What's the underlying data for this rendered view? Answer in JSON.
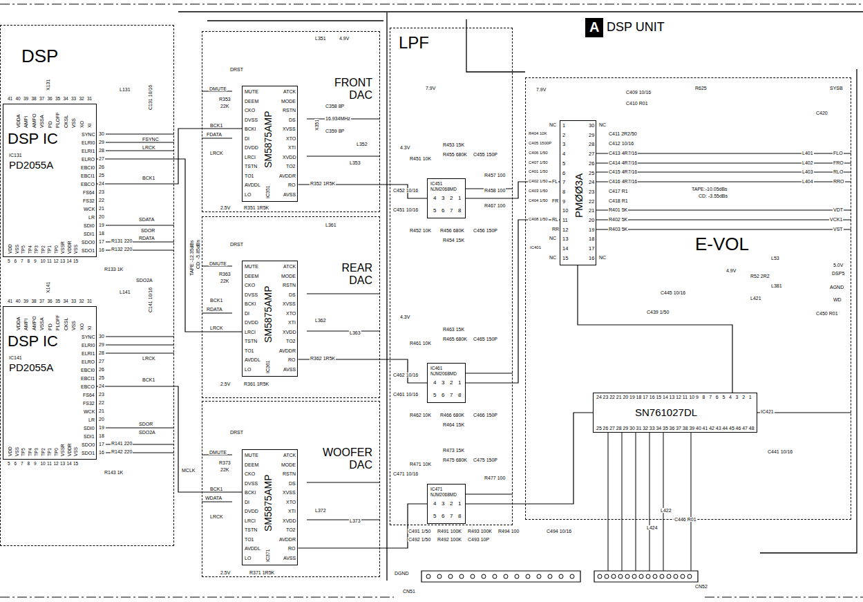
{
  "diagram": {
    "nodes": [
      {
        "text": [
          "A"
        ]
      },
      {
        "text": [
          "DSP"
        ]
      },
      {
        "text": [
          "DSP IC",
          "IC131",
          "PD2055A",
          "SYNC",
          "ELRI0",
          "ELRI1",
          "ELRO",
          "EBCI0",
          "EBCI1",
          "EBCO",
          "FS64",
          "FS32",
          "WCK",
          "LR",
          "SDI0",
          "SDI1",
          "SDO0",
          "SDO1",
          "VDDA",
          "AMPI",
          "AMPO",
          "VSSA",
          "PD",
          "PLOFF",
          "CKSL",
          "VSS",
          "XO",
          "XI",
          "VDD",
          "VSS",
          "TP5",
          "TP4",
          "TP3",
          "TP2",
          "TP1",
          "TP0",
          "VSSR",
          "VDDR",
          "VSS"
        ],
        "in": 1
      },
      {
        "text": [
          "DSP IC",
          "IC141",
          "PD2055A",
          "SYNC",
          "ELRI0",
          "ELRI1",
          "ELRO",
          "EBCI0",
          "EBCI1",
          "EBCO",
          "FS64",
          "FS32",
          "WCK",
          "LR",
          "SDI0",
          "SDI1",
          "SDO0",
          "SDO1",
          "VDDA",
          "AMPI",
          "AMPO",
          "VSSA",
          "PD",
          "PLOFF",
          "CKSL",
          "VSS",
          "XO",
          "XI",
          "VDD",
          "VSS",
          "TP5",
          "TP4",
          "TP3",
          "TP2",
          "TP1",
          "TP0",
          "VSSR",
          "VDDR",
          "VSS"
        ],
        "in": 1
      },
      {
        "text": [
          "FRONT DAC"
        ]
      },
      {
        "text": [
          "SM5875AMP",
          "IC351",
          "MUTE",
          "DEEM",
          "CKO",
          "DVSS",
          "BCKI",
          "DI",
          "DVDD",
          "LRCI",
          "TSTN",
          "TO1",
          "AVDDL",
          "LO",
          "ATCK",
          "MODE",
          "RSTN",
          "DS",
          "XVSS",
          "XTO",
          "XTI",
          "XVDD",
          "TO2",
          "AVDDR",
          "RO",
          "AVSS"
        ],
        "in": 4
      },
      {
        "text": [
          "REAR DAC"
        ]
      },
      {
        "text": [
          "SM5875AMP",
          "IC361",
          "MUTE",
          "DEEM",
          "CKO",
          "DVSS",
          "BCKI",
          "DI",
          "DVDD",
          "LRCI",
          "TSTN",
          "TO1",
          "AVDDL",
          "LO",
          "ATCK",
          "MODE",
          "RSTN",
          "DS",
          "XVSS",
          "XTO",
          "XTI",
          "XVDD",
          "TO2",
          "AVDDR",
          "RO",
          "AVSS"
        ],
        "in": 6
      },
      {
        "text": [
          "WOOFER DAC"
        ]
      },
      {
        "text": [
          "SM5875AMP",
          "IC371",
          "MUTE",
          "DEEM",
          "CKO",
          "DVSS",
          "BCKI",
          "DI",
          "DVDD",
          "LRCI",
          "TSTN",
          "TO1",
          "AVDDL",
          "LO",
          "ATCK",
          "MODE",
          "RSTN",
          "DS",
          "XVSS",
          "XTO",
          "XTI",
          "XVDD",
          "TO2",
          "AVDDR",
          "RO",
          "AVSS"
        ],
        "in": 8
      },
      {
        "text": [
          "LPF"
        ]
      },
      {
        "text": [
          "IC451",
          "NJM2068MD",
          "4",
          "3",
          "2",
          "1",
          "5",
          "6",
          "7",
          "8"
        ],
        "in": 10
      },
      {
        "text": [
          "IC461",
          "NJM2068MD",
          "4",
          "3",
          "2",
          "1",
          "5",
          "6",
          "7",
          "8"
        ],
        "in": 10
      },
      {
        "text": [
          "IC471",
          "NJM2068MD",
          "4",
          "3",
          "2",
          "1",
          "5",
          "6",
          "7",
          "8"
        ],
        "in": 10
      },
      {
        "text": [
          "E-VOL"
        ]
      },
      {
        "text": [
          "PMØØ3A",
          "1",
          "2",
          "3",
          "4",
          "5",
          "6",
          "7",
          "8",
          "9",
          "10",
          "11",
          "12",
          "13",
          "14",
          "15",
          "30",
          "29",
          "28",
          "27",
          "26",
          "25",
          "24",
          "23",
          "22",
          "21",
          "20",
          "19",
          "18",
          "17",
          "16"
        ],
        "in": 14
      },
      {
        "text": [
          "SN761027DL",
          "24",
          "23",
          "22",
          "21",
          "20",
          "19",
          "18",
          "17",
          "16",
          "15",
          "14",
          "13",
          "12",
          "11",
          "10",
          "9",
          "8",
          "7",
          "6",
          "5",
          "4",
          "3",
          "2",
          "1",
          "25",
          "26",
          "27",
          "28",
          "29",
          "30",
          "31",
          "32",
          "33",
          "34",
          "35",
          "36",
          "37",
          "38",
          "39",
          "40",
          "41",
          "42",
          "43",
          "44",
          "45",
          "46",
          "47",
          "48"
        ],
        "in": 14
      }
    ],
    "edges": [
      {
        "from": 2,
        "to": 5,
        "arrow": "none"
      },
      {
        "from": 2,
        "to": 7,
        "arrow": "none"
      },
      {
        "from": 3,
        "to": 9,
        "arrow": "none"
      },
      {
        "from": 5,
        "to": 11,
        "arrow": "none"
      },
      {
        "from": 7,
        "to": 12,
        "arrow": "none"
      },
      {
        "from": 9,
        "to": 13,
        "arrow": "none"
      },
      {
        "from": 11,
        "to": 15,
        "arrow": "none"
      },
      {
        "from": 12,
        "to": 15,
        "arrow": "none"
      },
      {
        "from": 13,
        "to": 16,
        "arrow": "none"
      },
      {
        "from": 15,
        "to": 16,
        "arrow": "none"
      }
    ],
    "labels": [
      "DSP UNIT",
      "41",
      "40",
      "39",
      "38",
      "37",
      "36",
      "35",
      "34",
      "33",
      "32",
      "31",
      "30",
      "29",
      "28",
      "27",
      "26",
      "25",
      "24",
      "23",
      "22",
      "21",
      "20",
      "19",
      "18",
      "17",
      "16",
      "5",
      "6",
      "7",
      "8",
      "9",
      "10",
      "11",
      "12",
      "13",
      "14",
      "15",
      "41",
      "40",
      "39",
      "38",
      "37",
      "36",
      "35",
      "34",
      "33",
      "32",
      "31",
      "30",
      "29",
      "28",
      "27",
      "26",
      "25",
      "24",
      "23",
      "22",
      "21",
      "20",
      "19",
      "18",
      "17",
      "16",
      "5",
      "6",
      "7",
      "8",
      "9",
      "10",
      "11",
      "12",
      "13",
      "14",
      "15",
      "X131",
      "L131",
      "C131 10/16",
      "R131 220",
      "R132 220",
      "R133 1K",
      "FSYNC",
      "LRCK",
      "BCK1",
      "SDATA",
      "SDOR",
      "RDATA",
      "SDO2A",
      "X141",
      "L141",
      "C141 10/16",
      "LRCK",
      "BCK1",
      "SDOR",
      "SDO2A",
      "R141 220",
      "R142 220",
      "R143 1K",
      "DRST",
      "DMUTE",
      "R353",
      "22K",
      "BCK1",
      "FDATA",
      "LRCK",
      "L351",
      "4.9V",
      "C358 8P",
      "16.934MHz",
      "X351",
      "C359 8P",
      "L352",
      "L353",
      "R352 1R5K",
      "R351 1R5K",
      "2.5V",
      "DRST",
      "DMUTE",
      "R363",
      "22K",
      "BCK1",
      "RDATA",
      "LRCK",
      "L361",
      "L362",
      "L363",
      "R362 1R5K",
      "R361 1R5K",
      "2.5V",
      "TAPE:-12.35dBs",
      "CD: -5.85dBs",
      "DRST",
      "DMUTE",
      "R373",
      "22K",
      "MCLK",
      "BCK1",
      "WDATA",
      "LRCK",
      "L372",
      "L373",
      "R371 1R5K",
      "2.5V",
      "7.9V",
      "4.3V",
      "R451 10K",
      "R453 15K",
      "R455 680K",
      "C455 150P",
      "R452 10K",
      "R456 680K",
      "R454 15K",
      "C456 150P",
      "R457 100",
      "R458 100",
      "R467 100",
      "C452 10/16",
      "C451 10/16",
      "R461 10K",
      "R463 15K",
      "R465 680K",
      "C465 150P",
      "R462 10K",
      "R466 680K",
      "R464 15K",
      "C466 150P",
      "C462 10/16",
      "C461 10/16",
      "4.3V",
      "R471 10K",
      "R473 15K",
      "R475 680K",
      "C475 150P",
      "R477 100",
      "C471 10/16",
      "C491 1/50",
      "C492 1/50",
      "R491 100K",
      "R492 100K",
      "R493 100K",
      "C493 10P",
      "R494 100",
      "C494 10/16",
      "7.9V",
      "C409 10/16",
      "C410 R01",
      "R625",
      "SYSB",
      "C420",
      "NC",
      "R404 10K",
      "C405 1500P",
      "C406 1/50",
      "C407 1/50",
      "C401 1/50",
      "C402 1/50",
      "FL",
      "C403 1/50",
      "C404 1/50",
      "FR",
      "C408 1/50",
      "RL",
      "RR",
      "NC",
      "NC",
      "IC401",
      "NC",
      "C411 2R2/50",
      "C412 10/16",
      "C413 4R7/16",
      "C414 4R7/16",
      "C415 4R7/16",
      "C416 4R7/16",
      "C417 R1",
      "C418 R1",
      "R401 5K",
      "R402 5K",
      "R403 5K",
      "NC",
      "L401",
      "L402",
      "L403",
      "L404",
      "FLO",
      "FRO",
      "RLO",
      "RRO",
      "TAPE:-10.05dBs",
      "CD: -3.55dBs",
      "VDT",
      "VCK1",
      "VST",
      "L53",
      "4.9V",
      "R52 2R2",
      "L381",
      "5.0V",
      "DSP5",
      "AGND",
      "WD",
      "C445 10/16",
      "L421",
      "C439 1/50",
      "C450 R01",
      "IC421",
      "C441 10/16",
      "L422",
      "C446 R01",
      "L424",
      "DGND",
      "CN51",
      "CN52"
    ]
  }
}
